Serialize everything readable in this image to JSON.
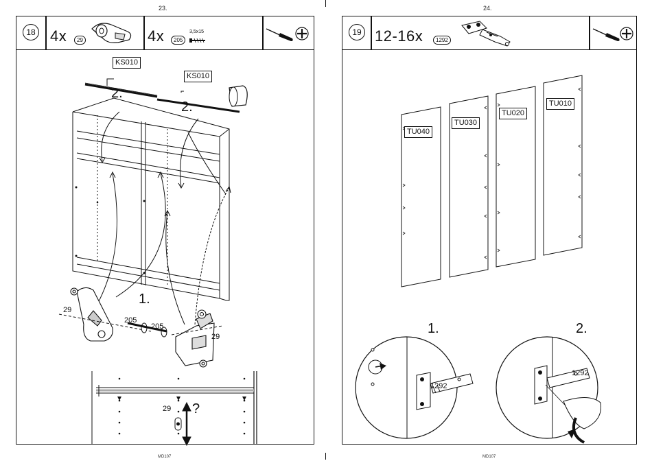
{
  "left": {
    "page_number": "23.",
    "footer": "MD107",
    "step": "18",
    "qty_a": "4x",
    "part_a": "29",
    "qty_b": "4x",
    "part_b": "205",
    "screw_size": "3,5x15",
    "rail_label_1": "KS010",
    "rail_label_2": "KS010",
    "arrow_num_1": "2.",
    "arrow_num_2": "2.",
    "action_num": "1.",
    "callout_29_left": "29",
    "callout_205_a": "205",
    "callout_205_b": "205",
    "callout_29_right": "29",
    "detail_part": "29",
    "detail_question": "?"
  },
  "right": {
    "page_number": "24.",
    "footer": "MD107",
    "step": "19",
    "qty": "12-16x",
    "part": "1292",
    "door_labels": [
      "TU040",
      "TU030",
      "TU020",
      "TU010"
    ],
    "detail_1_num": "1.",
    "detail_1_part": "1292",
    "detail_2_num": "2.",
    "detail_2_part": "1292"
  },
  "icons": [
    "screwdriver-icon",
    "cross-screw-head-icon",
    "hinge-icon",
    "hanger-bracket-icon",
    "screw-icon",
    "rail-tube-icon"
  ]
}
